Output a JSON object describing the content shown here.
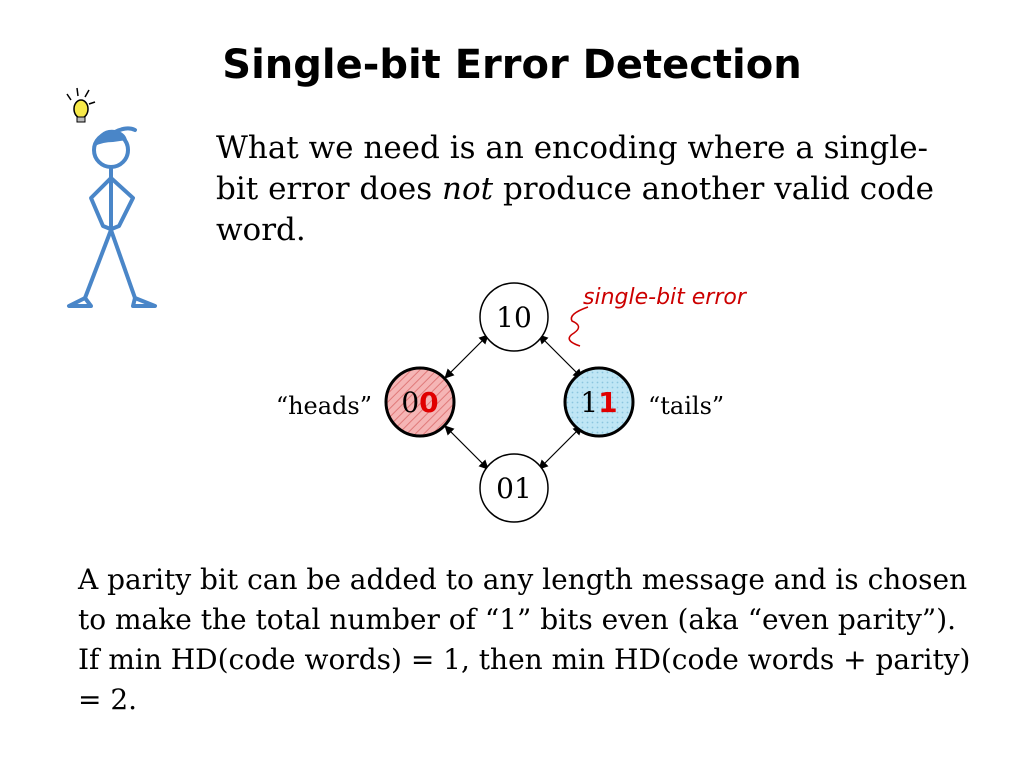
{
  "slide": {
    "title": "Single-bit Error Detection",
    "intro": {
      "before": "What we need is an encoding where a single-bit error does ",
      "emph": "not",
      "after": " produce another valid code word."
    },
    "bottom_text": "A parity bit can be added to any length message and is chosen to make the total number of “1” bits even (aka “even parity”).  If min HD(code words) = 1, then min HD(code words + parity) = 2."
  },
  "diagram": {
    "nodes": {
      "top": {
        "label": "10"
      },
      "left": {
        "label_first": "0",
        "label_second": "0",
        "fill": "#f5b5b5"
      },
      "right": {
        "label_first": "1",
        "label_second": "1",
        "fill": "#bfe6f5"
      },
      "bottom": {
        "label": "01"
      }
    },
    "heads_label": "“heads”",
    "tails_label": "“tails”",
    "error_label": "single-bit error",
    "colors": {
      "accent": "#e00000",
      "stickman": "#4a86c8",
      "bulb": "#f7e94a"
    }
  }
}
